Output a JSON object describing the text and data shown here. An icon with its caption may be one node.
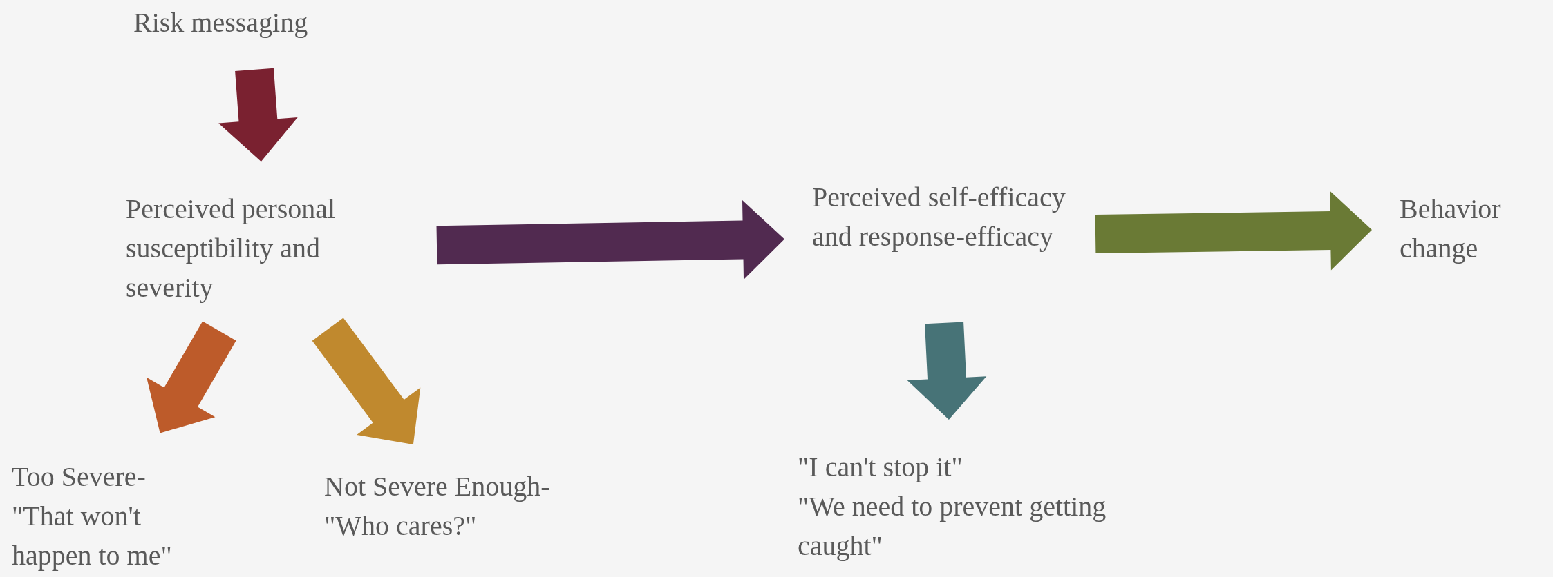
{
  "diagram": {
    "nodes": [
      {
        "text": [
          "Risk messaging"
        ]
      },
      {
        "text": [
          "Perceived personal susceptibility and severity"
        ]
      },
      {
        "text": [
          "Perceived self-efficacy and response-efficacy"
        ]
      },
      {
        "text": [
          "Behavior change"
        ]
      },
      {
        "text": [
          "Too Severe- \"That won't happen to me\""
        ]
      },
      {
        "text": [
          "Not Severe Enough- \"Who cares?\""
        ]
      },
      {
        "text": [
          "\"I can't stop it\"",
          "\"We need to prevent getting caught\""
        ]
      }
    ],
    "edges": [
      {
        "from": 0,
        "to": 1,
        "arrow": "to",
        "style": "thick",
        "color": "#7a2130"
      },
      {
        "from": 1,
        "to": 2,
        "arrow": "to",
        "style": "thick",
        "color": "#512a50"
      },
      {
        "from": 2,
        "to": 3,
        "arrow": "to",
        "style": "thick",
        "color": "#6a7a35"
      },
      {
        "from": 1,
        "to": 4,
        "arrow": "to",
        "style": "thick",
        "color": "#bd5b2a"
      },
      {
        "from": 1,
        "to": 5,
        "arrow": "to",
        "style": "thick",
        "color": "#c0892e"
      },
      {
        "from": 2,
        "to": 6,
        "arrow": "to",
        "style": "thick",
        "color": "#477377"
      }
    ]
  }
}
